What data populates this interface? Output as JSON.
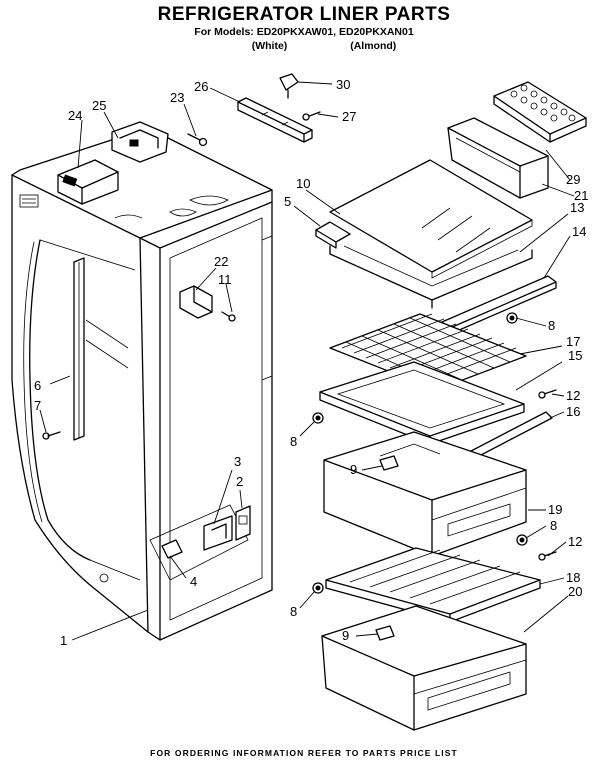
{
  "header": {
    "title": "REFRIGERATOR LINER PARTS",
    "models_line": "For Models: ED20PKXAW01, ED20PKXAN01",
    "variant_white": "(White)",
    "variant_almond": "(Almond)"
  },
  "footer": "FOR ORDERING INFORMATION REFER TO PARTS PRICE LIST",
  "callouts": [
    {
      "id": "c30",
      "label": "30"
    },
    {
      "id": "c26",
      "label": "26"
    },
    {
      "id": "c23",
      "label": "23"
    },
    {
      "id": "c25",
      "label": "25"
    },
    {
      "id": "c27",
      "label": "27"
    },
    {
      "id": "c24",
      "label": "24"
    },
    {
      "id": "c10",
      "label": "10"
    },
    {
      "id": "c5",
      "label": "5"
    },
    {
      "id": "c29",
      "label": "29"
    },
    {
      "id": "c21",
      "label": "21"
    },
    {
      "id": "c13",
      "label": "13"
    },
    {
      "id": "c14",
      "label": "14"
    },
    {
      "id": "c22",
      "label": "22"
    },
    {
      "id": "c11",
      "label": "11"
    },
    {
      "id": "c8a",
      "label": "8"
    },
    {
      "id": "c17",
      "label": "17"
    },
    {
      "id": "c15",
      "label": "15"
    },
    {
      "id": "c6",
      "label": "6"
    },
    {
      "id": "c12a",
      "label": "12"
    },
    {
      "id": "c7",
      "label": "7"
    },
    {
      "id": "c16",
      "label": "16"
    },
    {
      "id": "c8b",
      "label": "8"
    },
    {
      "id": "c9a",
      "label": "9"
    },
    {
      "id": "c3",
      "label": "3"
    },
    {
      "id": "c2",
      "label": "2"
    },
    {
      "id": "c19",
      "label": "19"
    },
    {
      "id": "c8c",
      "label": "8"
    },
    {
      "id": "c12b",
      "label": "12"
    },
    {
      "id": "c4",
      "label": "4"
    },
    {
      "id": "c18",
      "label": "18"
    },
    {
      "id": "c8d",
      "label": "8"
    },
    {
      "id": "c20",
      "label": "20"
    },
    {
      "id": "c1",
      "label": "1"
    },
    {
      "id": "c9b",
      "label": "9"
    }
  ]
}
